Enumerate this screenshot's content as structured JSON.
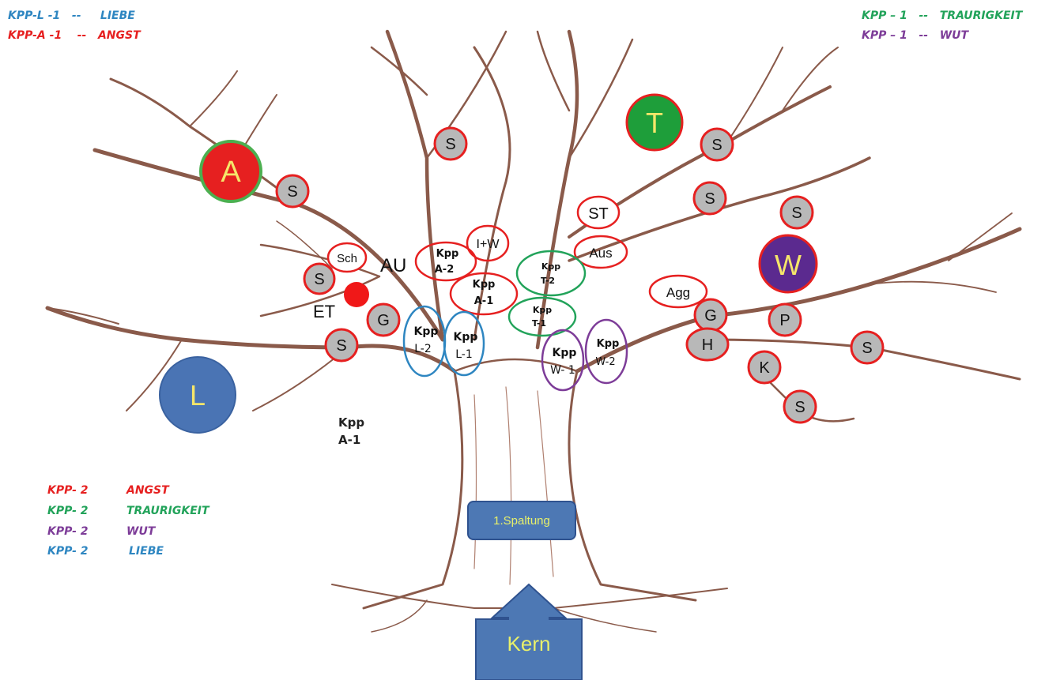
{
  "legend_top_left": [
    {
      "code": "KPP-L -1",
      "sep": "--",
      "word": "LIEBE",
      "color": "#2e86c1"
    },
    {
      "code": "KPP-A -1",
      "sep": "--",
      "word": "ANGST",
      "color": "#e62020"
    }
  ],
  "legend_top_right": [
    {
      "code": "KPP – 1",
      "sep": "--",
      "word": "TRAURIGKEIT",
      "color": "#22a35a"
    },
    {
      "code": "KPP – 1",
      "sep": "--",
      "word": "WUT",
      "color": "#7d3c98"
    }
  ],
  "legend_bottom_left": [
    {
      "code": "KPP- 2",
      "word": "ANGST",
      "color": "#e62020"
    },
    {
      "code": "KPP- 2",
      "word": "TRAURIGKEIT",
      "color": "#22a35a"
    },
    {
      "code": "KPP- 2",
      "word": "WUT",
      "color": "#7d3c98"
    },
    {
      "code": "KPP- 2",
      "word": "LIEBE",
      "color": "#2e86c1"
    }
  ],
  "big_circles": [
    {
      "id": "A",
      "label": "A",
      "fill": "#e62020",
      "ring": "#4caf50",
      "text_color": "#f5e66a"
    },
    {
      "id": "T",
      "label": "T",
      "fill": "#1e9e3a",
      "ring": "#e62020",
      "text_color": "#f5e66a"
    },
    {
      "id": "W",
      "label": "W",
      "fill": "#5b2a8f",
      "ring": "#e62020",
      "text_color": "#f5e66a"
    },
    {
      "id": "L",
      "label": "L",
      "fill": "#4a74b4",
      "ring": "#3a62a0",
      "text_color": "#f5e66a"
    }
  ],
  "small_nodes": [
    {
      "label": "S"
    },
    {
      "label": "S"
    },
    {
      "label": "S"
    },
    {
      "label": "S"
    },
    {
      "label": "S"
    },
    {
      "label": "S"
    },
    {
      "label": "S"
    },
    {
      "label": "S"
    },
    {
      "label": "G"
    },
    {
      "label": "G"
    },
    {
      "label": "P"
    },
    {
      "label": "H"
    },
    {
      "label": "K"
    }
  ],
  "text_ovals": [
    {
      "label": "Sch"
    },
    {
      "label": "I+W"
    },
    {
      "label": "ST"
    },
    {
      "label": "Aus"
    },
    {
      "label": "Agg"
    }
  ],
  "kpp_ovals": [
    {
      "line1": "Kpp",
      "line2": "A-2",
      "color": "#e62020"
    },
    {
      "line1": "Kpp",
      "line2": "A-1",
      "color": "#e62020"
    },
    {
      "line1": "Kpp",
      "line2": "T-2",
      "color": "#22a35a"
    },
    {
      "line1": "Kpp",
      "line2": "T-1",
      "color": "#22a35a"
    },
    {
      "line1": "Kpp",
      "line2": "L-2",
      "color": "#2e86c1"
    },
    {
      "line1": "Kpp",
      "line2": "L-1",
      "color": "#2e86c1"
    },
    {
      "line1": "Kpp",
      "line2": "W- 1",
      "color": "#7d3c98"
    },
    {
      "line1": "Kpp",
      "line2": "W-2",
      "color": "#7d3c98"
    }
  ],
  "labels": {
    "au": "AU",
    "et": "ET",
    "free_kpp_line1": "Kpp",
    "free_kpp_line2": "A-1",
    "spaltung": "1.Spaltung",
    "kern": "Kern"
  }
}
